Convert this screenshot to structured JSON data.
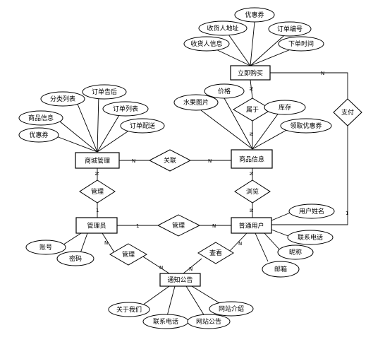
{
  "entities": {
    "purchase": "立即购买",
    "mall_mgmt": "商城管理",
    "product_info": "商品信息",
    "admin": "管理员",
    "user": "普通用户",
    "notice": "通知公告"
  },
  "attributes": {
    "coupon_top": "优惠券",
    "receiver_address": "收货人地址",
    "order_no": "订单编号",
    "receiver_info": "收货人信息",
    "order_time": "下单时间",
    "price": "价格",
    "product_image": "水果图片",
    "stock": "库存",
    "claim_coupon": "领取优惠券",
    "category_list": "分类列表",
    "order_shipped": "订单告后",
    "product_info_attr": "商品信息",
    "order_list": "订单列表",
    "order_delivery": "订单配送",
    "coupon_left": "优惠券",
    "username": "用户姓名",
    "contact_phone_user": "联系电话",
    "nickname": "昵称",
    "email": "邮箱",
    "account": "账号",
    "password": "密码",
    "about_us": "关于我们",
    "contact_phone_notice": "联系电话",
    "site_notice": "网站公告",
    "site_intro": "网站介绍"
  },
  "relationships": {
    "belongs_to": "属于",
    "associate": "关联",
    "pay": "支付",
    "manage_mall": "管理",
    "browse": "浏览",
    "manage_user": "管理",
    "manage_notice": "管理",
    "view": "查看"
  },
  "cardinality": {
    "one": "1",
    "n": "N"
  }
}
